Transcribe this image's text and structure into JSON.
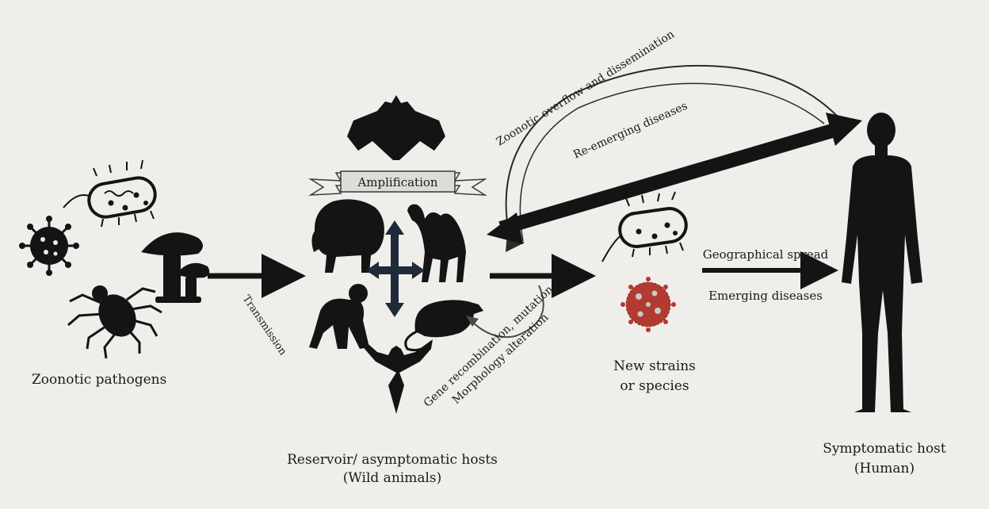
{
  "labels": {
    "zoonotic_pathogens": "Zoonotic pathogens",
    "transmission": "Transmission",
    "amplification": "Amplification",
    "reservoir_line1": "Reservoir/ asymptomatic hosts",
    "reservoir_line2": "(Wild animals)",
    "overflow": "Zoonotic overflow and dissemination",
    "reemerging": "Re-emerging diseases",
    "gene_line1": "Gene recombination, mutation,",
    "gene_line2": "Morphology alteration",
    "new_strains_line1": "New strains",
    "new_strains_line2": "or species",
    "geo_spread": "Geographical spread",
    "emerging": "Emerging diseases",
    "symptomatic_line1": "Symptomatic host",
    "symptomatic_line2": "(Human)"
  },
  "icons": {
    "pathogens": [
      "virus-icon",
      "bacterium-icon",
      "tick-icon",
      "mushroom-icon"
    ],
    "hosts": [
      "bat-icon",
      "bison-icon",
      "camel-icon",
      "chimpanzee-icon",
      "rat-icon",
      "eagle-icon"
    ],
    "new_strains": [
      "bacterium-icon",
      "coronavirus-icon"
    ],
    "human": "human-silhouette-icon"
  },
  "colors": {
    "background": "#efeeea",
    "silhouette": "#141414",
    "coronavirus": "#b23a30",
    "curved_arrow": "#c9c9c9"
  }
}
